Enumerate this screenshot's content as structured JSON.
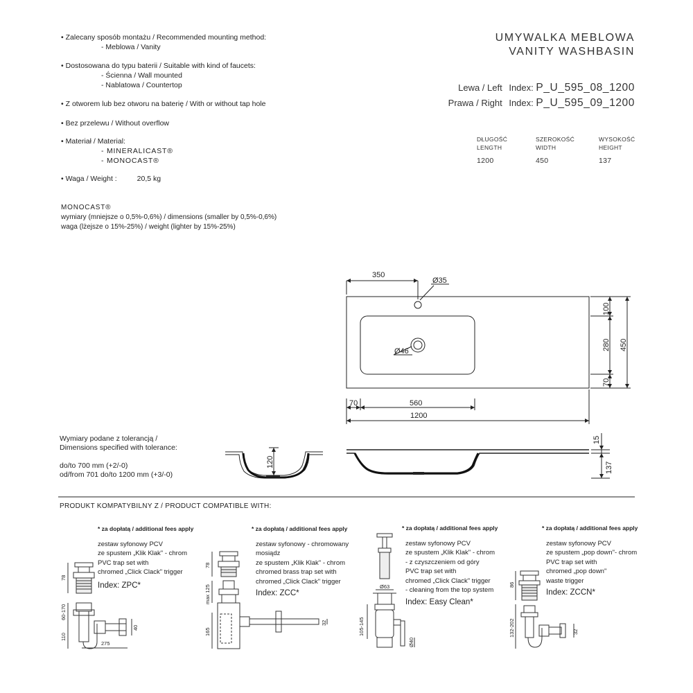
{
  "specs": {
    "mounting_label": "Zalecany sposób montażu / Recommended mounting method:",
    "mounting_value": "- Meblowa / Vanity",
    "faucets_label": "Dostosowana do typu baterii / Suitable with kind of faucets:",
    "faucets_values": [
      "- Ścienna / Wall mounted",
      "- Nablatowa / Countertop"
    ],
    "tap_hole": "Z otworem lub bez otworu na baterię / With or without tap hole",
    "overflow": "Bez przelewu / Without overflow",
    "material_label": "Materiał / Material:",
    "material_values": [
      "- MINERALICAST®",
      "- MONOCAST®"
    ],
    "weight_label": "Waga / Weight :",
    "weight_value": "20,5 kg",
    "bullet": "•"
  },
  "monocast_note": {
    "title": "MONOCAST®",
    "line1": "wymiary (mniejsze o 0,5%-0,6%) / dimensions (smaller by 0,5%-0,6%)",
    "line2": "waga (lżejsze o 15%-25%) / weight (lighter by 15%-25%)"
  },
  "product": {
    "title_line1": "UMYWALKA MEBLOWA",
    "title_line2": "VANITY WASHBASIN",
    "left_label": "Lewa / Left",
    "right_label": "Prawa / Right",
    "index_label": "Index:",
    "left_index": "P_U_595_08_1200",
    "right_index": "P_U_595_09_1200"
  },
  "dimensions": {
    "length_pl": "DŁUGOŚĆ",
    "length_en": "LENGTH",
    "length_val": "1200",
    "width_pl": "SZEROKOŚĆ",
    "width_en": "WIDTH",
    "width_val": "450",
    "height_pl": "WYSOKOŚĆ",
    "height_en": "HEIGHT",
    "height_val": "137"
  },
  "drawing": {
    "d350": "350",
    "d35": "Ø35",
    "d46": "Ø46",
    "d100": "100",
    "d280": "280",
    "d70r": "70",
    "d450": "450",
    "d70b": "70",
    "d560": "560",
    "d1200": "1200",
    "d120": "120",
    "d15": "15",
    "d137": "137"
  },
  "tolerance": {
    "line1": "Wymiary podane z tolerancją /",
    "line2": "Dimensions specified with tolerance:",
    "line3": "do/to 700 mm (+2/-0)",
    "line4": "od/from 701 do/to 1200 mm (+3/-0)"
  },
  "compatible": {
    "header": "PRODUKT KOMPATYBILNY Z / PRODUCT COMPATIBLE WITH:",
    "items": [
      {
        "fee": "* za dopłatą / additional fees apply",
        "lines": [
          "zestaw syfonowy PCV",
          "ze spustem „Klik Klak\" - chrom",
          "PVC trap set with",
          "chromed „Click Clack\" trigger"
        ],
        "index": "Index: ZPC*",
        "dims": [
          "78",
          "60-170",
          "110",
          "275",
          "40"
        ]
      },
      {
        "fee": "* za dopłatą / additional fees apply",
        "lines": [
          "zestaw syfonowy - chromowany",
          "mosiądz",
          "ze spustem „Klik Klak\" - chrom",
          "chromed brass trap set with",
          "chromed „Click Clack\" trigger"
        ],
        "index": "Index: ZCC*",
        "dims": [
          "78",
          "max 125",
          "165",
          "32"
        ]
      },
      {
        "fee": "* za dopłatą / additional fees apply",
        "lines": [
          "zestaw syfonowy PCV",
          "ze spustem „Klik Klak\" - chrom",
          "- z czyszczeniem od góry",
          "PVC trap set with",
          "chromed „Click Clack\" trigger",
          "- cleaning from the top system"
        ],
        "index": "Index: Easy Clean*",
        "dims": [
          "Ø63",
          "105-145",
          "Ø40"
        ]
      },
      {
        "fee": "* za dopłatą / additional fees apply",
        "lines": [
          "zestaw syfonowy PCV",
          "ze spustem „pop down\"- chrom",
          "PVC trap set with",
          "chromed „pop down\"",
          "waste trigger"
        ],
        "index": "Index: ZCCN*",
        "dims": [
          "86",
          "132-202",
          "32"
        ]
      }
    ]
  }
}
